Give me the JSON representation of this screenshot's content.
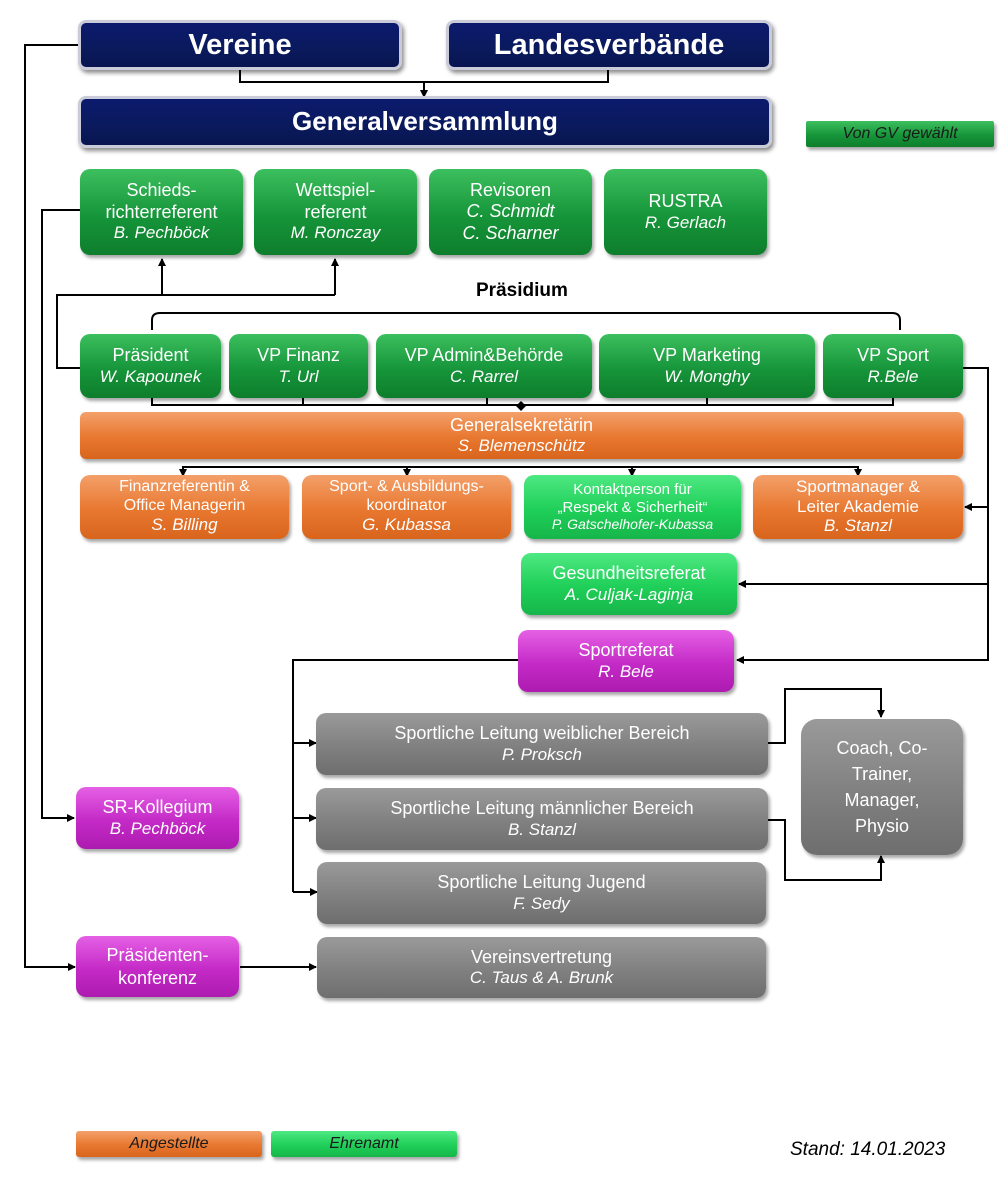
{
  "top": {
    "vereine": "Vereine",
    "landesverbaende": "Landesverbände",
    "generalversammlung": "Generalversammlung"
  },
  "legend": {
    "gv": "Von GV gewählt",
    "angestellte": "Angestellte",
    "ehrenamt": "Ehrenamt"
  },
  "elected": {
    "schieds": {
      "title": "Schieds-\nrichterreferent",
      "name": "B. Pechböck"
    },
    "wettspiel": {
      "title": "Wettspiel-\nreferent",
      "name": "M. Ronczay"
    },
    "revisoren": {
      "title": "Revisoren",
      "name": "C. Schmidt\nC. Scharner"
    },
    "rustra": {
      "title": "RUSTRA",
      "name": "R. Gerlach"
    }
  },
  "praesidium": {
    "label": "Präsidium",
    "praesident": {
      "title": "Präsident",
      "name": "W. Kapounek"
    },
    "finanz": {
      "title": "VP Finanz",
      "name": "T. Url"
    },
    "admin": {
      "title": "VP Admin&Behörde",
      "name": "C. Rarrel"
    },
    "marketing": {
      "title": "VP Marketing",
      "name": "W. Monghy"
    },
    "sport": {
      "title": "VP Sport",
      "name": "R.Bele"
    }
  },
  "generalsekretaerin": {
    "title": "Generalsekretärin",
    "name": "S. Blemenschütz"
  },
  "staff": {
    "finanzref": {
      "title": "Finanzreferentin &\nOffice Managerin",
      "name": "S. Billing"
    },
    "sportkoord": {
      "title": "Sport- & Ausbildungs-\nkoordinator",
      "name": "G. Kubassa"
    },
    "kontakt": {
      "title": "Kontaktperson für\n„Respekt & Sicherheit“",
      "name": "P. Gatschelhofer-Kubassa"
    },
    "sportmanager": {
      "title": "Sportmanager &\nLeiter Akademie",
      "name": "B. Stanzl"
    }
  },
  "gesundheit": {
    "title": "Gesundheitsreferat",
    "name": "A. Culjak-Laginja"
  },
  "sportreferat": {
    "title": "Sportreferat",
    "name": "R. Bele"
  },
  "leitung": {
    "weiblich": {
      "title": "Sportliche Leitung weiblicher Bereich",
      "name": "P. Proksch"
    },
    "maennlich": {
      "title": "Sportliche Leitung männlicher Bereich",
      "name": "B. Stanzl"
    },
    "jugend": {
      "title": "Sportliche Leitung Jugend",
      "name": "F. Sedy"
    }
  },
  "coach": {
    "title": "Coach, Co-\nTrainer,\nManager,\nPhysio"
  },
  "sr_kollegium": {
    "title": "SR-Kollegium",
    "name": "B. Pechböck"
  },
  "praesidentenkonferenz": {
    "title": "Präsidenten-\nkonferenz"
  },
  "vereinsvertretung": {
    "title": "Vereinsvertretung",
    "name": "C. Taus & A. Brunk"
  },
  "stand": "Stand: 14.01.2023",
  "colors": {
    "navy": "#0a1a5c",
    "green": "#16953a",
    "light_green": "#1fcf58",
    "orange": "#e8772f",
    "purple": "#c42ac6",
    "gray": "#808080"
  }
}
